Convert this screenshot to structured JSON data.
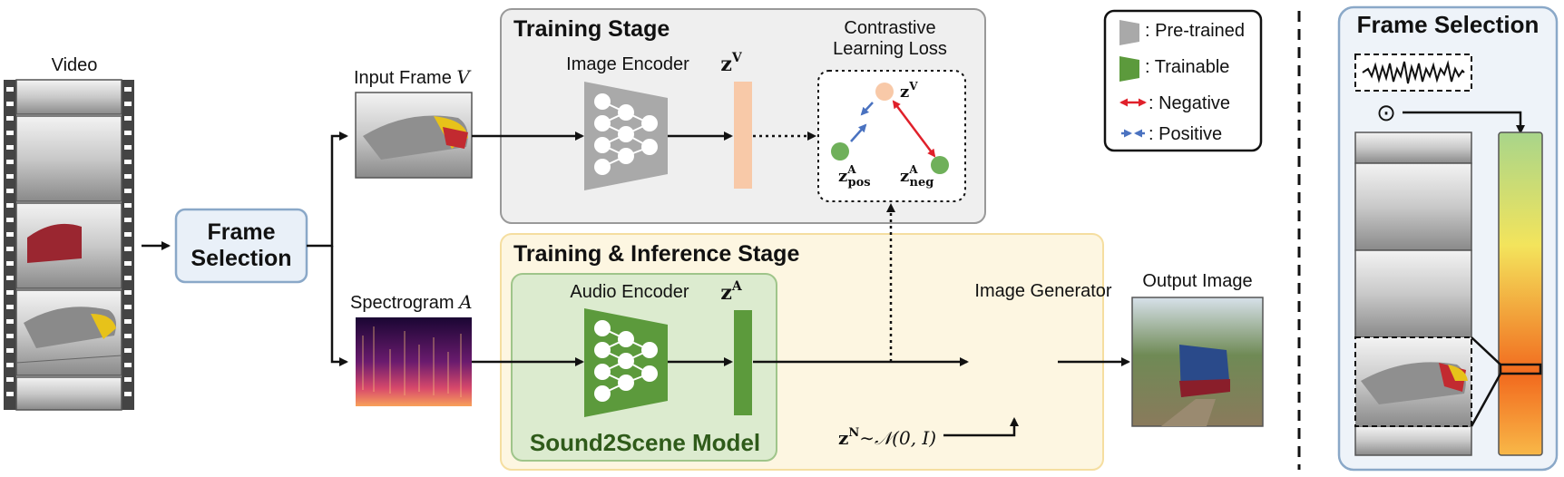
{
  "labels": {
    "video": "Video",
    "input_frame": "Input Frame",
    "input_frame_var": "V",
    "spectrogram": "Spectrogram",
    "spectrogram_var": "A",
    "frame_selection": [
      "Frame",
      "Selection"
    ],
    "training_stage": "Training Stage",
    "image_encoder": "Image Encoder",
    "contrastive_loss": [
      "Contrastive",
      "Learning Loss"
    ],
    "train_infer_stage": "Training & Inference Stage",
    "audio_encoder": "Audio Encoder",
    "model_name": "Sound2Scene Model",
    "image_generator": "Image Generator",
    "output_image": "Output Image",
    "frame_selection_panel": "Frame Selection",
    "odot": "⊙"
  },
  "math": {
    "zV": "z",
    "zV_sup": "V",
    "zA": "z",
    "zA_sup": "A",
    "pos_base": "z",
    "pos_sup": "A",
    "pos_sub": "pos",
    "neg_base": "z",
    "neg_sup": "A",
    "neg_sub": "neg",
    "noise_base": "z",
    "noise_sup": "N",
    "noise_rest": "∼𝒩(0, I)"
  },
  "legend": {
    "pretrained": ": Pre-trained",
    "trainable": ": Trainable",
    "negative": ": Negative",
    "positive": ": Positive"
  },
  "colors": {
    "pretrained": "#a9a9a9",
    "trainable": "#5c9a3c",
    "training_bg": "#efefef",
    "inference_bg": "#fdf6e1",
    "inference_border": "#f5deA0",
    "model_bg": "#dcebcf",
    "model_border": "#9fc58a",
    "model_text": "#2f5b1a",
    "frame_box_bg": "#e9f0f8",
    "frame_box_border": "#8aa8c8",
    "zV_bar": "#f8c9a8",
    "zA_bar": "#5c9a3c",
    "negative": "#e0202a",
    "positive": "#4a72c0",
    "panel_bg": "#eef3f9",
    "panel_border": "#8aa8c8"
  }
}
